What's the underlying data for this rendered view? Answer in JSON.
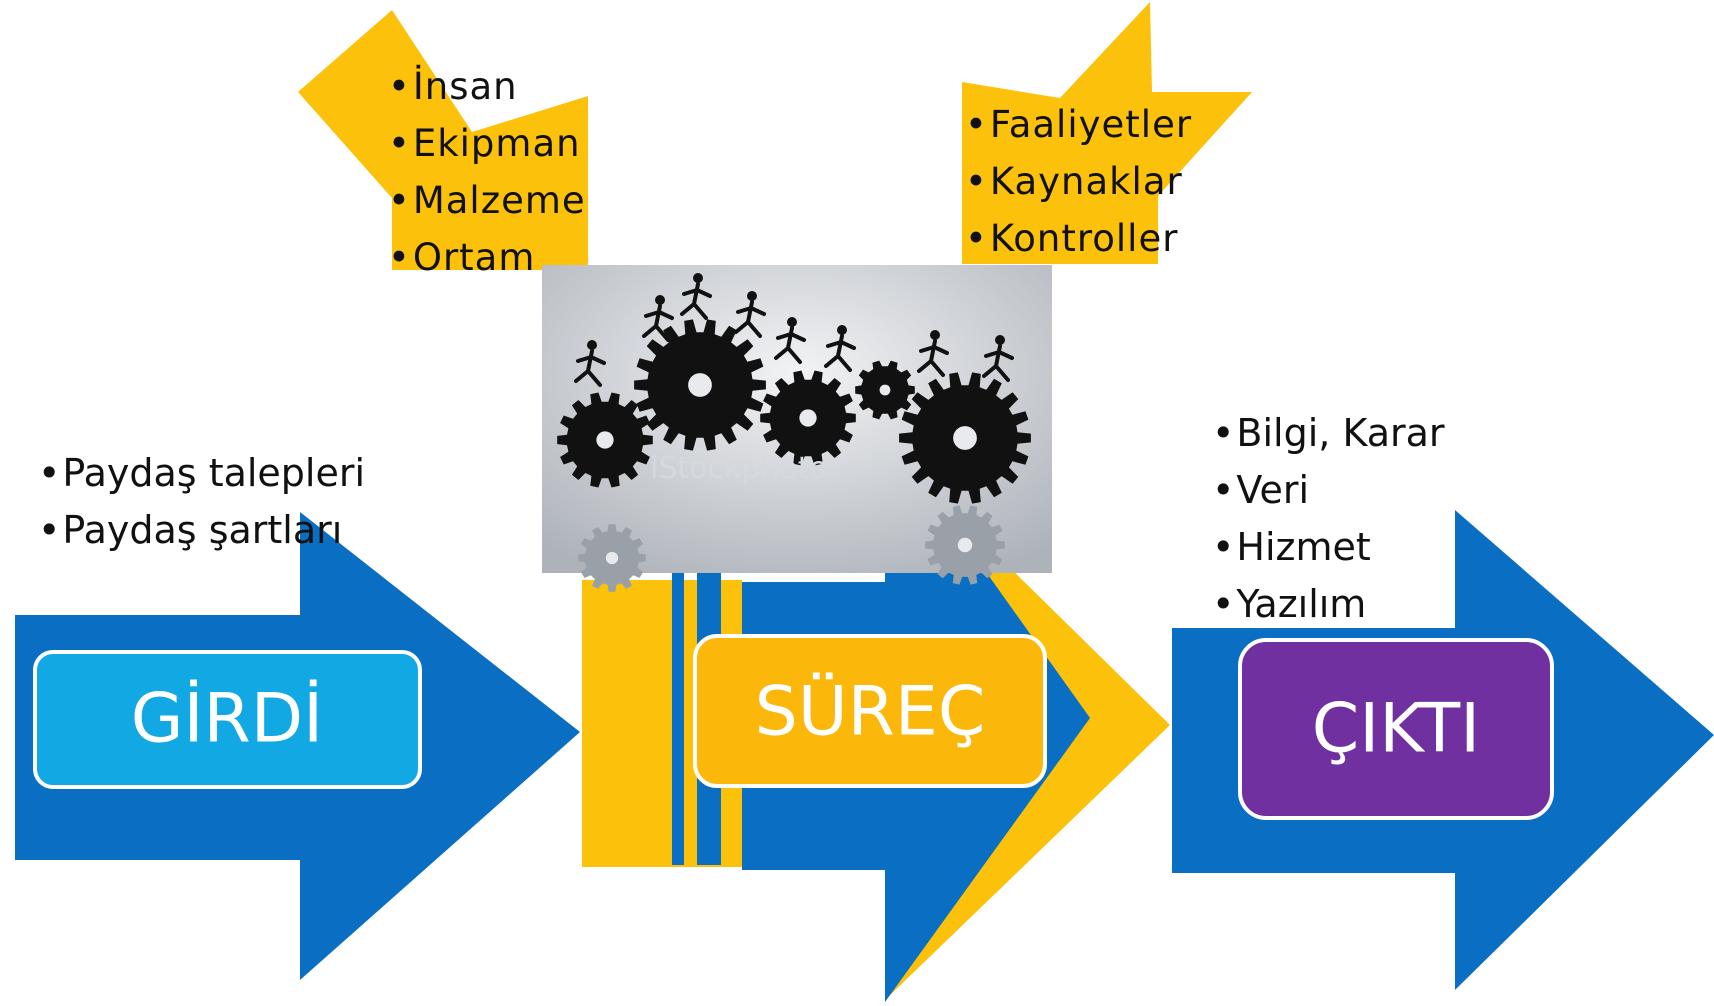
{
  "resources": [
    "İnsan",
    "Ekipman",
    "Malzeme",
    "Ortam"
  ],
  "controls": [
    "Faaliyetler",
    "Kaynaklar",
    "Kontroller"
  ],
  "inputs": [
    "Paydaş talepleri",
    "Paydaş şartları"
  ],
  "outputs": [
    "Bilgi, Karar",
    "Veri",
    "Hizmet",
    "Yazılım"
  ],
  "boxes": {
    "input": "GİRDİ",
    "process": "SÜREÇ",
    "output": "ÇIKTI"
  },
  "photo": {
    "watermark": "iStockphoto"
  },
  "colors": {
    "arrow_blue": "#0A6FC2",
    "accent_yellow": "#FCC10A",
    "input_box": "#12A8E3",
    "process_box": "#FBB80A",
    "output_box": "#7030A0"
  },
  "icons": {
    "photo": "gears-with-running-people"
  }
}
